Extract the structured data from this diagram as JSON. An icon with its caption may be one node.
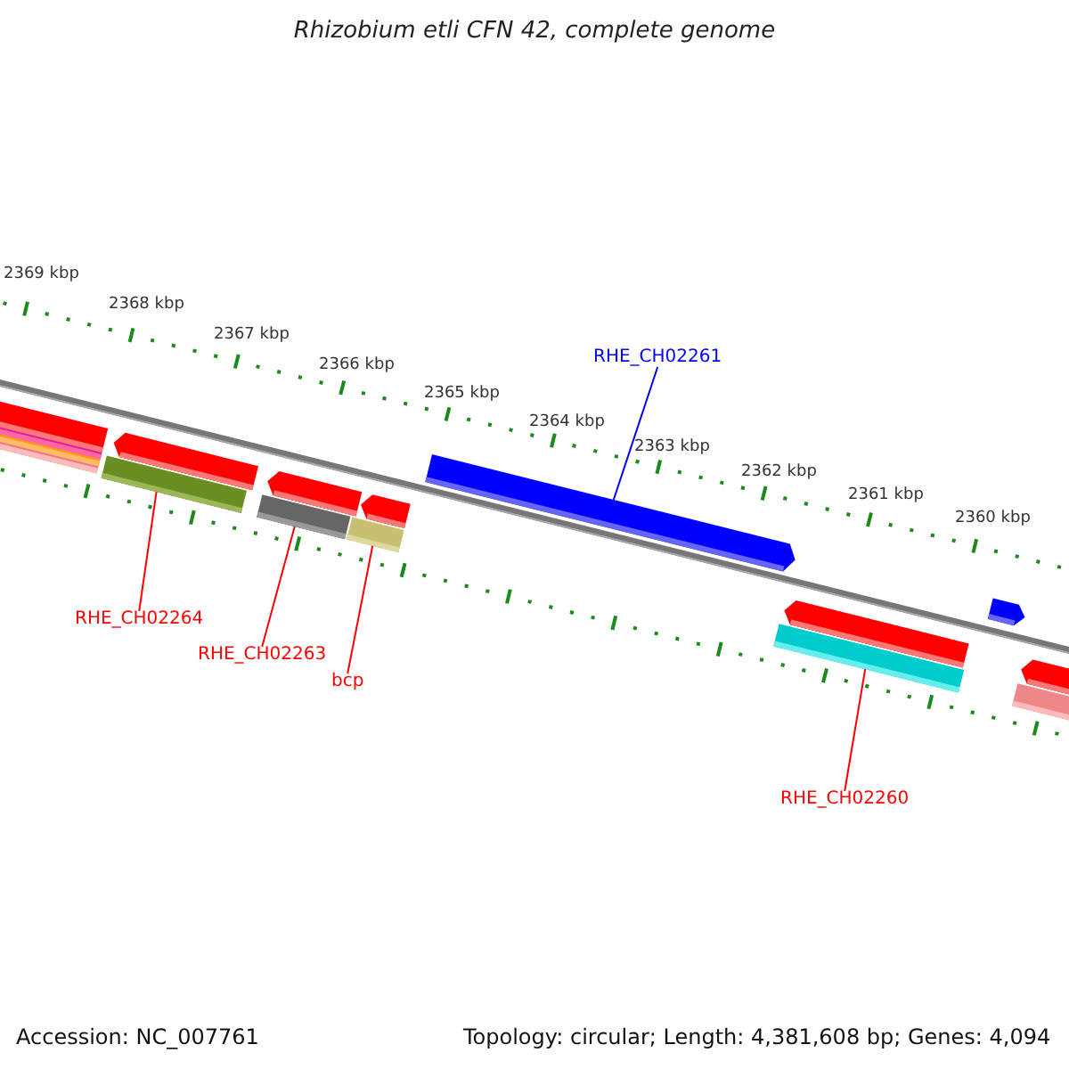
{
  "diagram": {
    "title": "Rhizobium etli CFN 42, complete genome",
    "nodes": [
      {
        "text": [
          "RHE_CH02261"
        ]
      },
      {
        "text": [],
        "shape": "bar"
      },
      {
        "text": [
          "RHE_CH02264"
        ]
      },
      {
        "text": [],
        "shape": "bar"
      },
      {
        "text": [
          "RHE_CH02263"
        ]
      },
      {
        "text": [],
        "shape": "bar"
      },
      {
        "text": [
          "bcp"
        ]
      },
      {
        "text": [],
        "shape": "bar"
      },
      {
        "text": [
          "RHE_CH02260"
        ]
      },
      {
        "text": [],
        "shape": "bar"
      }
    ],
    "edges": [
      {
        "from": 0,
        "to": 1,
        "arrow": "none",
        "color": "#0000ff"
      },
      {
        "from": 2,
        "to": 3,
        "arrow": "none"
      },
      {
        "from": 4,
        "to": 5,
        "arrow": "none"
      },
      {
        "from": 6,
        "to": 7,
        "arrow": "none"
      },
      {
        "from": 8,
        "to": 9,
        "arrow": "none"
      }
    ],
    "labels": [
      "2369 kbp",
      "2368 kbp",
      "2367 kbp",
      "2366 kbp",
      "2365 kbp",
      "2364 kbp",
      "2363 kbp",
      "2362 kbp",
      "2361 kbp",
      "2360 kbp",
      "Accession: NC_007761",
      "Topology: circular; Length: 4,381,608 bp; Genes: 4,094"
    ]
  }
}
